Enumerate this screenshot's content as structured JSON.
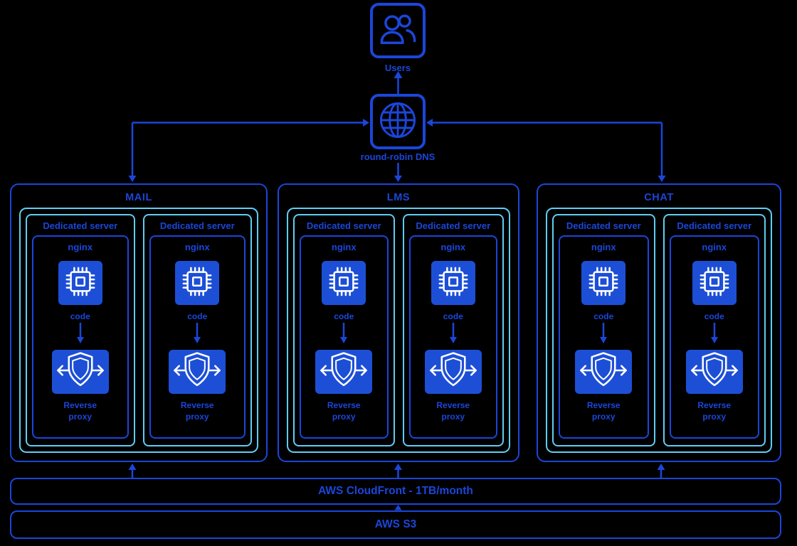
{
  "colors": {
    "background": "#000000",
    "primary_blue": "#1b46d9",
    "tile_blue": "#1d4fd6",
    "cyan_border": "#5fcdf2",
    "icon_stroke": "#ffffff"
  },
  "icons": {
    "users": "users-icon (two person outlines)",
    "dns": "globe-icon (wireframe globe)",
    "cpu": "cpu-chip-icon (chip with pins)",
    "reverse_proxy": "shield-arrows-icon (shield with left/right arrows)",
    "flow": "arrow-down-icon"
  },
  "nodes": {
    "users": {
      "label": "Users"
    },
    "dns": {
      "label": "round-robin DNS"
    }
  },
  "groups": [
    {
      "label": "MAIL"
    },
    {
      "label": "LMS"
    },
    {
      "label": "CHAT"
    }
  ],
  "server": {
    "title": "Dedicated server",
    "nginx_label": "nginx",
    "code_label": "code",
    "proxy_label_line1": "Reverse",
    "proxy_label_line2": "proxy"
  },
  "bottom": {
    "cloudfront_label": "AWS CloudFront - 1TB/month",
    "s3_label": "AWS S3"
  }
}
